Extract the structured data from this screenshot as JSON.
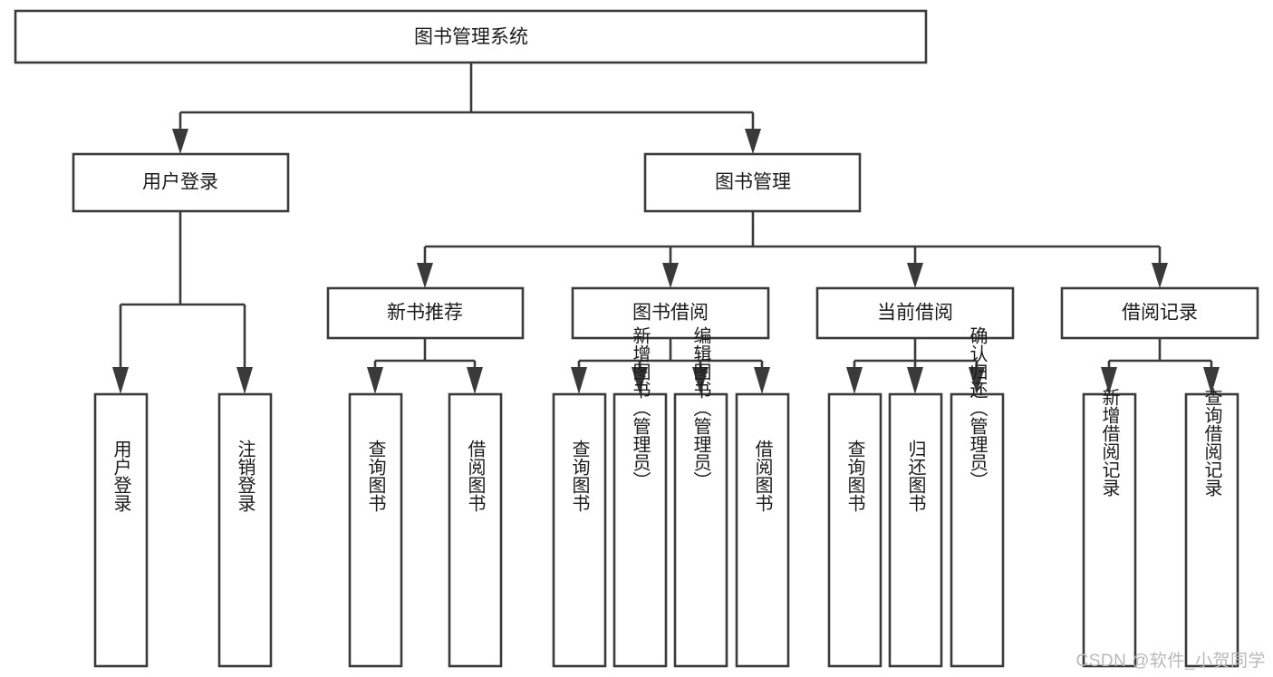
{
  "diagram": {
    "title_node": {
      "label": "图书管理系统"
    },
    "level2": [
      {
        "label": "用户登录"
      },
      {
        "label": "图书管理"
      }
    ],
    "level3": [
      {
        "label": "新书推荐"
      },
      {
        "label": "图书借阅"
      },
      {
        "label": "当前借阅"
      },
      {
        "label": "借阅记录"
      }
    ],
    "leaves": {
      "user_login": [
        {
          "label": "用户登录"
        },
        {
          "label": "注销登录"
        }
      ],
      "new_book_recommend": [
        {
          "label": "查询图书"
        },
        {
          "label": "借阅图书"
        }
      ],
      "book_borrow": [
        {
          "label": "查询图书"
        },
        {
          "label": "新增图书（管理员）"
        },
        {
          "label": "编辑图书（管理员）"
        },
        {
          "label": "借阅图书"
        }
      ],
      "current_borrow": [
        {
          "label": "查询图书"
        },
        {
          "label": "归还图书"
        },
        {
          "label": "确认归还（管理员）"
        }
      ],
      "borrow_record": [
        {
          "label": "新增借阅记录"
        },
        {
          "label": "查询借阅记录"
        }
      ]
    }
  },
  "watermark": {
    "text": "CSDN @软件_小贺同学"
  },
  "colors": {
    "stroke": "#3a3a3a",
    "box_fill": "#ffffff",
    "text": "#1b1b1b",
    "watermark": "#b9b9b9",
    "background": "#ffffff"
  }
}
